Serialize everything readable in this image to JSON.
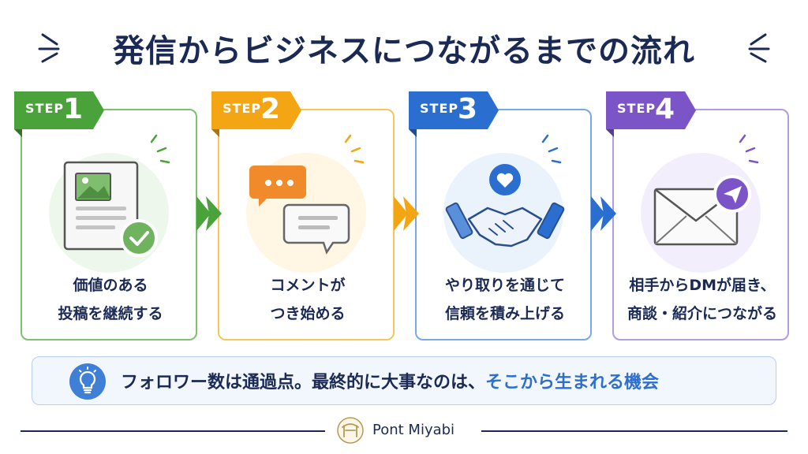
{
  "title": "発信からビジネスにつながるまでの流れ",
  "steps": [
    {
      "label": "STEP",
      "number": "1",
      "line1": "価値のある",
      "line2": "投稿を継続する",
      "color": "#4aa23a",
      "border": "#7cc070",
      "tint": "#eef7ec",
      "icon": "document-check-icon"
    },
    {
      "label": "STEP",
      "number": "2",
      "line1": "コメントが",
      "line2": "つき始める",
      "color": "#f3a514",
      "border": "#f5c65a",
      "tint": "#fff6e4",
      "icon": "chat-bubbles-icon"
    },
    {
      "label": "STEP",
      "number": "3",
      "line1": "やり取りを通じて",
      "line2": "信頼を積み上げる",
      "color": "#2a6fd0",
      "border": "#7aa7e6",
      "tint": "#eaf2fc",
      "icon": "handshake-heart-icon"
    },
    {
      "label": "STEP",
      "number": "4",
      "line1": "相手からDMが届き、",
      "line2": "商談・紹介につながる",
      "color": "#7b55c7",
      "border": "#b29be0",
      "tint": "#f2eefb",
      "icon": "envelope-send-icon"
    }
  ],
  "tip": {
    "text": "フォロワー数は通過点。最終的に大事なのは、",
    "highlight": "そこから生まれる機会",
    "icon": "lightbulb-icon"
  },
  "footer": {
    "brand": "Pont Miyabi",
    "icon": "pont-miyabi-logo"
  }
}
